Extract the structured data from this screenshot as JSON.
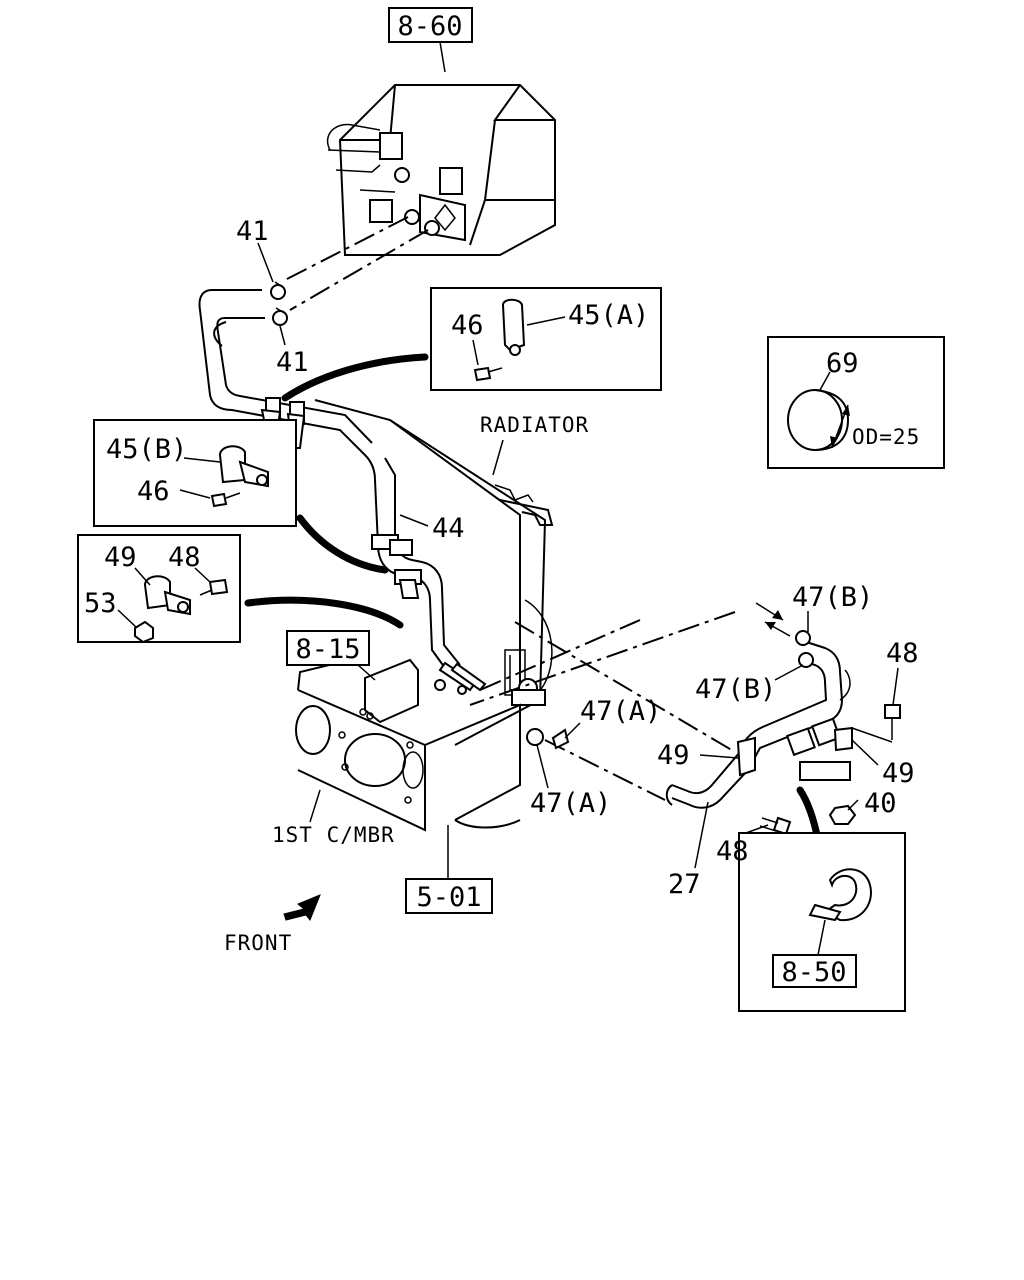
{
  "refs": {
    "r860": "8-60",
    "r815": "8-15",
    "r501": "5-01",
    "r850": "8-50"
  },
  "labels": {
    "radiator": "RADIATOR",
    "first_cmbr": "1ST C/MBR",
    "front": "FRONT",
    "od": "OD=25"
  },
  "parts": {
    "p41_top": "41",
    "p41_bottom": "41",
    "p46_a": "46",
    "p45a": "45(A)",
    "p69": "69",
    "p45b": "45(B)",
    "p46_b": "46",
    "p44": "44",
    "p49_box": "49",
    "p48_box": "48",
    "p53": "53",
    "p47b_top": "47(B)",
    "p47b_mid": "47(B)",
    "p48_right": "48",
    "p47a_top": "47(A)",
    "p47a_bottom": "47(A)",
    "p49_left": "49",
    "p49_right": "49",
    "p40": "40",
    "p48_bottom": "48",
    "p27": "27"
  }
}
